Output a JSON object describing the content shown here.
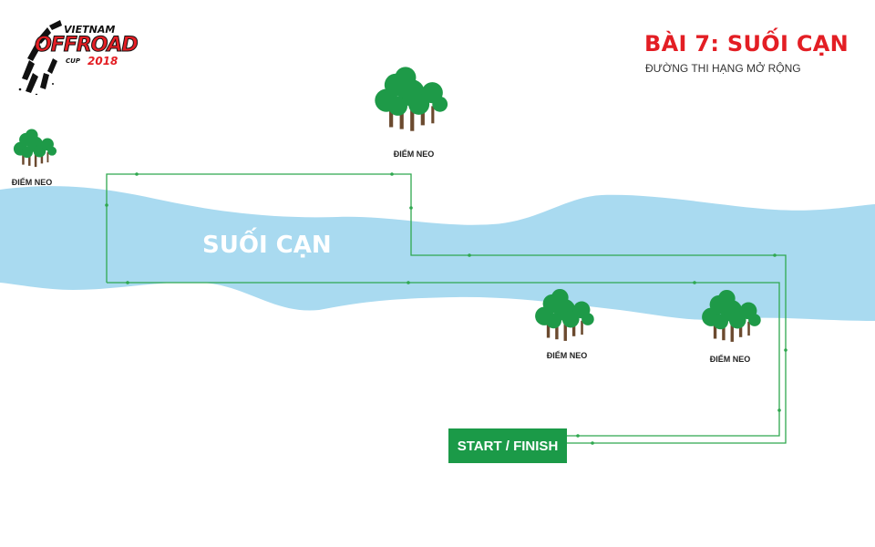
{
  "header": {
    "title": "BÀI 7: SUỐI CẠN",
    "subtitle": "ĐƯỜNG THI HẠNG MỞ RỘNG"
  },
  "logo": {
    "line1": "VIETNAM",
    "line2": "OFFROAD",
    "line3": "CUP",
    "line4": "2018"
  },
  "map": {
    "stream_label": "SUỐI CẠN",
    "anchors": [
      {
        "label": "ĐIỂM NEO"
      },
      {
        "label": "ĐIỂM NEO"
      },
      {
        "label": "ĐIỂM NEO"
      },
      {
        "label": "ĐIỂM NEO"
      }
    ],
    "start_finish": "START / FINISH"
  },
  "colors": {
    "title": "#e31e24",
    "water": "#a9daf0",
    "track": "#2fa84f",
    "tree_green": "#1e9a48",
    "tree_trunk": "#6b4a2f",
    "start_bg": "#1b9a48"
  }
}
